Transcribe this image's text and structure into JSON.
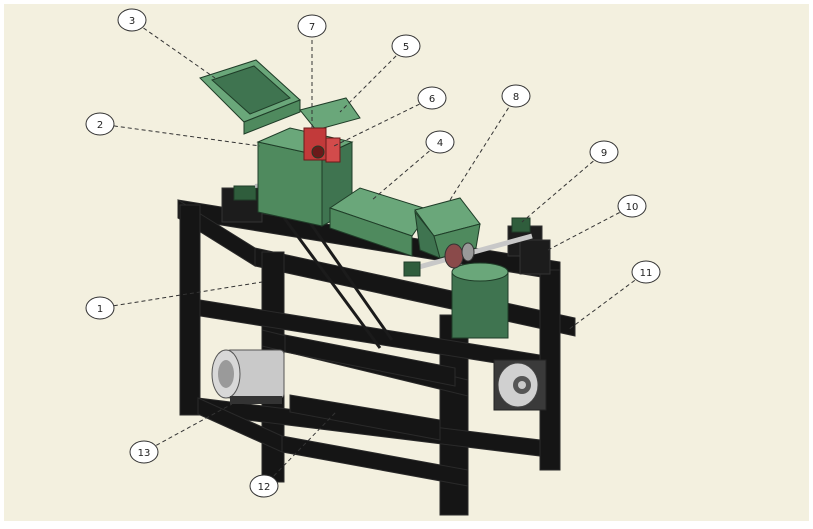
{
  "colors": {
    "background": "#f3f0df",
    "frame": "#151515",
    "frame_edge": "#2a2a2a",
    "machine_green": "#4f8a5e",
    "machine_green_light": "#6aa77a",
    "machine_green_dark": "#2f5d3c",
    "accent_red": "#c23a3a",
    "motor_grey": "#c9c9c9",
    "leader": "#333333"
  },
  "callouts": [
    {
      "label": "3"
    },
    {
      "label": "7"
    },
    {
      "label": "5"
    },
    {
      "label": "6"
    },
    {
      "label": "2"
    },
    {
      "label": "4"
    },
    {
      "label": "8"
    },
    {
      "label": "9"
    },
    {
      "label": "10"
    },
    {
      "label": "1"
    },
    {
      "label": "11"
    },
    {
      "label": "13"
    },
    {
      "label": "12"
    }
  ]
}
